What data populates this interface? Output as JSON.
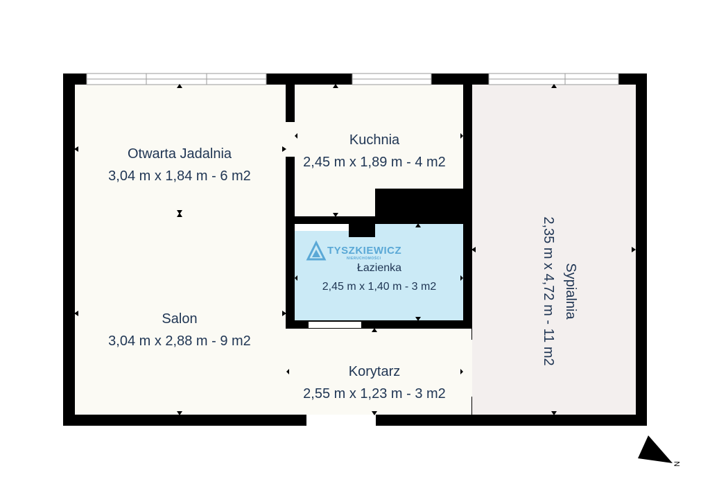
{
  "colors": {
    "wall": "#000000",
    "floor": "#fbfaf4",
    "bedroom_floor": "#f3efee",
    "bathroom_floor": "#cbeaf6",
    "text": "#1f3553",
    "logo": "#5aa8d6"
  },
  "rooms": {
    "dining": {
      "name": "Otwarta Jadalnia",
      "dims": "3,04 m x 1,84 m - 6 m2"
    },
    "kitchen": {
      "name": "Kuchnia",
      "dims": "2,45 m x 1,89 m - 4 m2"
    },
    "bathroom": {
      "name": "Łazienka",
      "dims": "2,45 m x 1,40 m - 3 m2"
    },
    "living": {
      "name": "Salon",
      "dims": "3,04 m x 2,88 m - 9 m2"
    },
    "corridor": {
      "name": "Korytarz",
      "dims": "2,55 m x 1,23 m - 3 m2"
    },
    "bedroom": {
      "name": "Sypialnia",
      "dims": "2,35 m x 4,72 m - 11 m2"
    }
  },
  "logo": {
    "name": "TYSZKIEWICZ",
    "sub": "NIERUCHOMOŚCI",
    "icon": "triangle-logo-icon"
  },
  "compass": {
    "label": "N",
    "icon": "north-arrow-icon"
  }
}
